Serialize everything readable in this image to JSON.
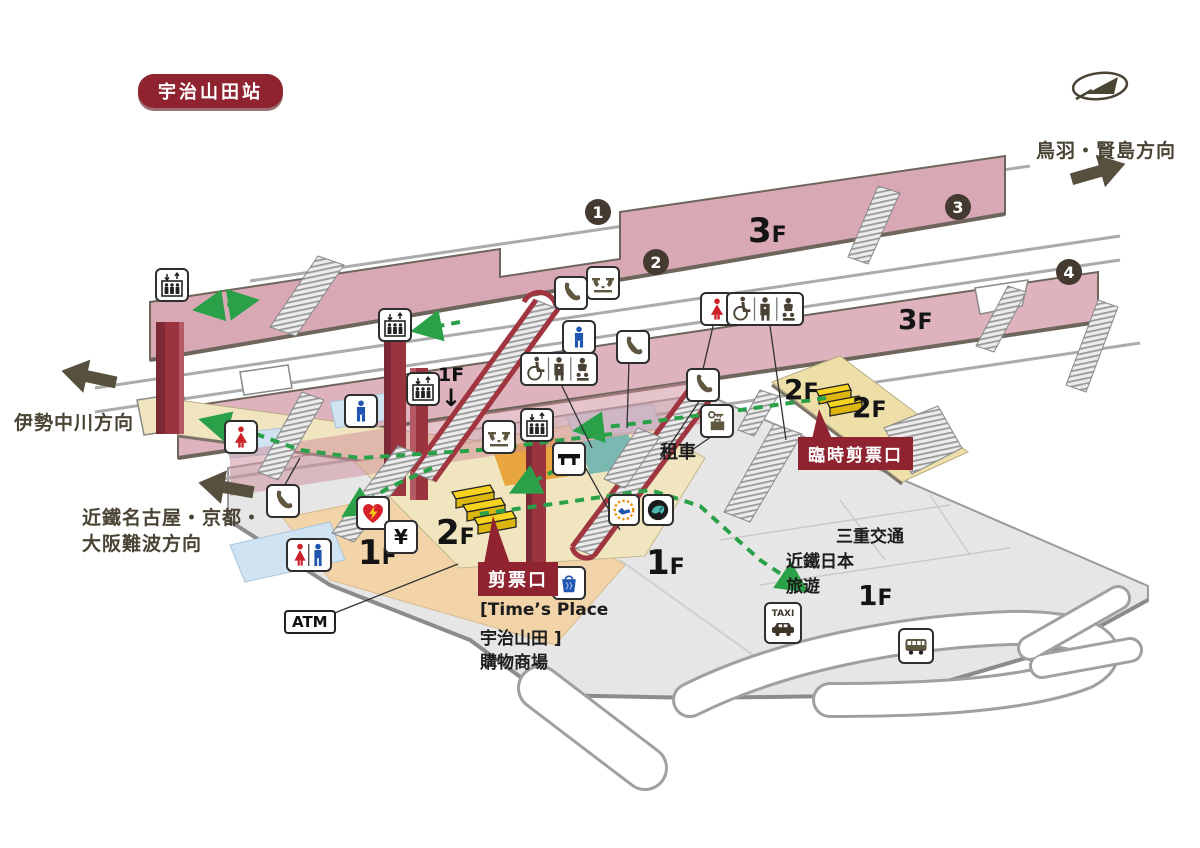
{
  "station": {
    "name_badge": "宇治山田站"
  },
  "directions": {
    "toba_kashikojima": "鳥羽・賢島方向",
    "ise_nakagawa": "伊勢中川方向",
    "nagoya_kyoto": "近鐵名古屋・京都・",
    "osaka_namba": "大阪難波方向"
  },
  "floor_labels": {
    "f3": "3F",
    "f2": "2F",
    "f1": "1F",
    "elevator_dest": "1F",
    "down_arrow": "↓"
  },
  "platform_numbers": {
    "p1": "1",
    "p2": "2",
    "p3": "3",
    "p4": "4"
  },
  "gates": {
    "main_gate": "剪票口",
    "temporary_gate": "臨時剪票口"
  },
  "facilities": {
    "shopping_line1": "[Time’s Place",
    "shopping_line2": "宇治山田 ]",
    "shopping_line3": "購物商場",
    "car_rental": "租車",
    "mie_kotsu": "三重交通",
    "kintetsu_travel_line1": "近鐵日本",
    "kintetsu_travel_line2": "旅遊",
    "atm": "ATM",
    "taxi": "TAXI",
    "currency_exchange": "¥"
  },
  "icon_legend": {
    "elevator": "elevator-icon",
    "public_phone": "phone-icon",
    "drinking_fountain": "drinking-fountain-icon",
    "mens_toilet": "mens-toilet-icon",
    "womens_toilet": "womens-toilet-icon",
    "toilets": "toilets-icon",
    "accessible_toilet_group": "accessible-toilet-icon",
    "aed": "aed-icon",
    "shopping": "shopping-bag-icon",
    "waiting_room": "waiting-room-icon",
    "information": "information-icon",
    "coin_lockers": "coin-locker-icon",
    "car_rental": "car-rental-icon",
    "taxi_stand": "taxi-icon",
    "bus_stop": "bus-icon",
    "station_logo": "kintetsu-logo"
  },
  "colors": {
    "platform_pink": "#d9a8b5",
    "badge_red": "#8f2430",
    "route_green": "#2aa148",
    "concourse_tan": "#f1e5bf",
    "ground_gray": "#e6e6e6",
    "floor_peach": "#f2d4a8",
    "gate_yellow": "#f7d21e",
    "column_red": "#9c3440",
    "track_gray": "#ababab"
  }
}
